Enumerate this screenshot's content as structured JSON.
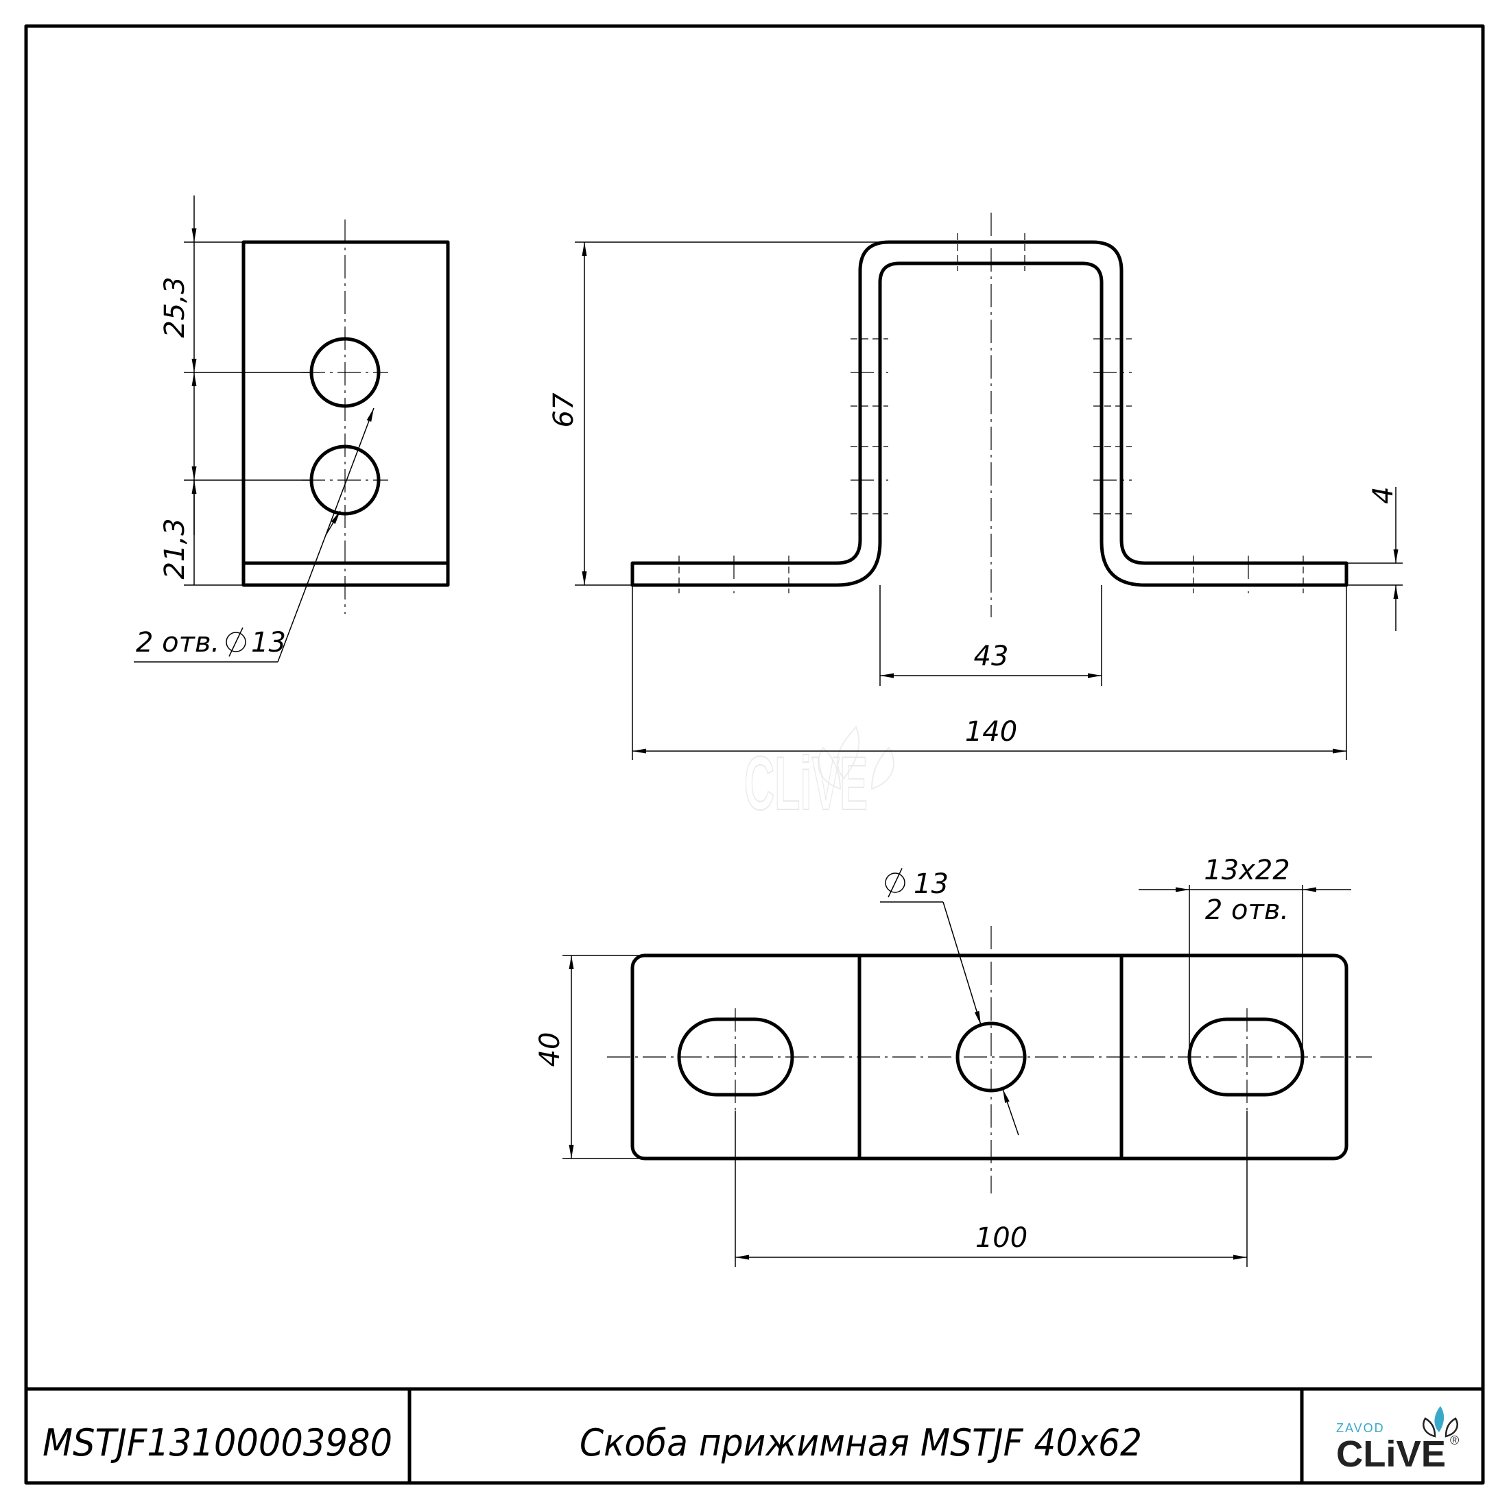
{
  "dimensions": {
    "left_view_top": "25,3",
    "left_view_bottom": "21,3",
    "left_view_holes": "2 отв.",
    "left_view_hole_dia": "13",
    "height": "67",
    "inner_width": "43",
    "total_length": "140",
    "thickness": "4",
    "hole_dia": "13",
    "slot_size": "13x22",
    "slot_count": "2 отв.",
    "width": "40",
    "slot_spacing": "100"
  },
  "title_block": {
    "part_number": "MSTJF13100003980",
    "part_name": "Скоба прижимная MSTJF 40x62",
    "logo_small": "ZAVOD",
    "logo_big": "CLiVE",
    "logo_reg": "®"
  },
  "watermark": "CLiVE",
  "colors": {
    "line": "#000000",
    "logo_accent": "#38a9c9",
    "watermark": "#e9e9e9"
  }
}
